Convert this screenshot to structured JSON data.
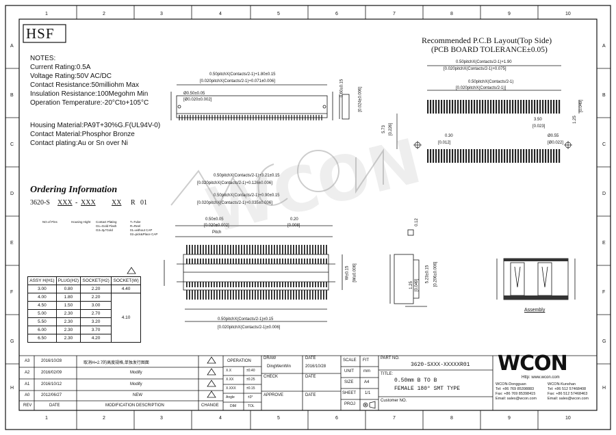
{
  "logo": "HSF",
  "grid": {
    "columns": [
      "1",
      "2",
      "3",
      "4",
      "5",
      "6",
      "7",
      "8",
      "9",
      "10"
    ],
    "rows": [
      "A",
      "B",
      "C",
      "D",
      "E",
      "F",
      "G",
      "H"
    ]
  },
  "notes": {
    "title": "NOTES:",
    "lines": [
      "Current Rating:0.5A",
      "Voltage Rating:50V AC/DC",
      "Contact Resistance:50milliohm Max",
      "Insulation Resistance:100Megohm Min",
      "Operation Temperature:-20°Cto+105°C"
    ],
    "materials": [
      "Housing Material:PA9T+30%G.F(UL94V-0)",
      "Contact Material:Phosphor Bronze",
      "Contact plating:Au or Sn over Ni"
    ]
  },
  "pcb": {
    "title": "Recommended P.C.B Layout(Top Side)",
    "subtitle": "(PCB BOARD TOLERANCE±0.05)",
    "dims": [
      "0.50pitchX(Contacts/2-1)+1.90",
      "[0.020pitchX(Contacts/2-1)+0.075]",
      "0.50pitchX(Contacts/2-1)",
      "[0.020pitchX(Contacts/2-1)]",
      "0.30",
      "[0.012]",
      "3.50",
      "[0.023]",
      "1.25",
      "[0.049]",
      "5.73",
      "[0.226]",
      "Ø0.55",
      "[Ø0.022]"
    ]
  },
  "top_view": {
    "dims": [
      "0.50pitchX(Contacts/2-1)+1.80±0.15",
      "[0.020pitchX(Contacts/2-1)+0.071±0.006]",
      "Ø0.50±0.05",
      "[Ø0.020±0.002]"
    ],
    "side": "0.60±0.15",
    "side2": "[0.024±0.006]"
  },
  "ordering": {
    "title": "Ordering Information",
    "code": [
      "3620-S",
      "XXX",
      "-",
      "XXX",
      "XX",
      "R",
      "01"
    ],
    "labels": [
      "NO.of Pins",
      "Housing Hight",
      "Contact Plating",
      "T=Tube",
      "R=Reel"
    ],
    "sub": [
      "G1=Gold Flash",
      "G3=3µ\"Gold"
    ],
    "caps": [
      "01=without CAP",
      "02=pick&Place CAP"
    ]
  },
  "mid_dims": [
    "0.50pitchX(Contacts/2-1)+3.21±0.15",
    "[0.020pitchX(Contacts/2-1)+0.126±0.006]",
    "0.50pitchX(Contacts/2-1)+0.90±0.15",
    "[0.020pitchX(Contacts/2-1)+0.035±0.006]",
    "0.50±0.05",
    "[0.020±0.002]",
    "Pitch",
    "0.20",
    "[0.008]",
    "0.50pitchX(Contacts/2-1)±0.15",
    "[0.020pitchX(Contacts/2-1)±0.006]",
    "W±0.15",
    "[W±0.006]",
    "0.12",
    "1.25",
    "[0.049]",
    "5.23±0.15",
    "[0.206±0.006]",
    "Assembly"
  ],
  "height_table": {
    "headers": [
      "ASSY H(H1)",
      "PLUG(H2)",
      "SOCKET(H2)",
      "SOCKET(W)"
    ],
    "rows": [
      [
        "3.00",
        "0.80",
        "2.20",
        "4.40"
      ],
      [
        "4.00",
        "1.80",
        "2.20",
        ""
      ],
      [
        "4.50",
        "1.50",
        "3.00",
        ""
      ],
      [
        "5.00",
        "2.30",
        "2.70",
        ""
      ],
      [
        "5.50",
        "2.30",
        "3.20",
        "4.10"
      ],
      [
        "6.00",
        "2.30",
        "3.70",
        ""
      ],
      [
        "6.50",
        "2.30",
        "4.20",
        ""
      ]
    ]
  },
  "revisions": [
    {
      "rev": "A3",
      "date": "2016/10/28",
      "desc": "取消H=2.7的高度规格,单独发行图面"
    },
    {
      "rev": "A2",
      "date": "2016/02/09",
      "desc": "Modify"
    },
    {
      "rev": "A1",
      "date": "2016/10/12",
      "desc": "Modify"
    },
    {
      "rev": "A0",
      "date": "2012/06/27",
      "desc": "NEW"
    }
  ],
  "rev_headers": [
    "REV",
    "DATE",
    "MODIFICATION DESCRIPTION",
    "CHANGE"
  ],
  "operation": {
    "title": "OPERATION",
    "rows": [
      [
        "X.X",
        "±0.40"
      ],
      [
        "X.XX",
        "±0.25"
      ],
      [
        "X.XXX",
        "±0.15"
      ],
      [
        "Angle",
        "±3°"
      ]
    ],
    "footer": [
      "DIM",
      "TOL"
    ]
  },
  "title_block": {
    "draw_label": "DRAW",
    "drawer": "DingWenWin",
    "check_label": "CHECK",
    "approve_label": "APPROVE",
    "date_label": "DATE",
    "date": "2016/10/28",
    "scale_label": "SCALE",
    "scale": "FIT",
    "unit_label": "UNIT",
    "unit": "mm",
    "size_label": "SIZE",
    "size": "A4",
    "sheet_label": "SHEET",
    "sheet": "1/1",
    "proj_label": "PROJ",
    "part_label": "PART NO.",
    "part_no": "3620-SXXX-XXXXXR01",
    "title_label": "TITLE:",
    "title1": "0.50mm B TO B",
    "title2": "FEMALE 180° SMT TYPE",
    "customer_label": "Customer NO."
  },
  "company": {
    "name": "WCON",
    "url": "Http: www.wcon.com",
    "left": [
      "WCON-Dongguan",
      "Tel: +86 769 85398883",
      "Fax: +86 769 85398415",
      "Email: sales@wcon.com"
    ],
    "right": [
      "WCON-Kunshan",
      "Tel: +86 512 57468408",
      "Fax: +86 512 57468463",
      "Email: sales@wcon.com"
    ]
  },
  "watermark": "WCON"
}
